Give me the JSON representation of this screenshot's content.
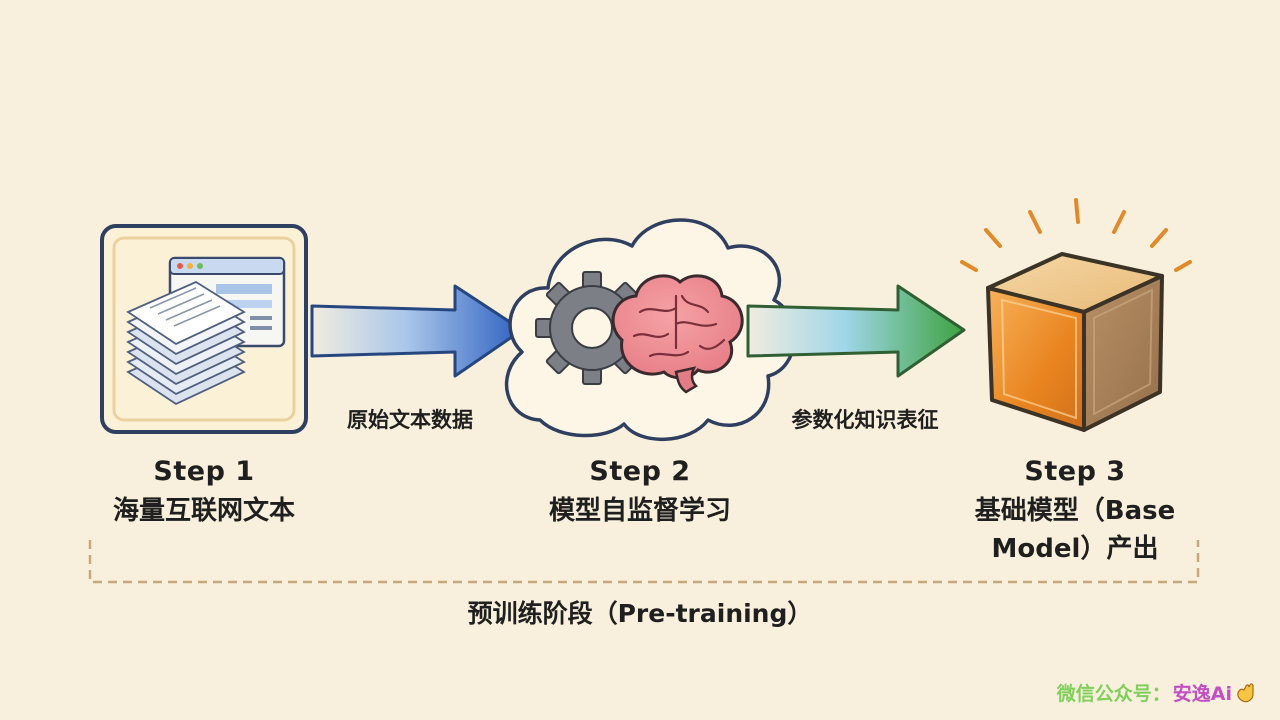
{
  "steps": [
    {
      "number": "Step 1",
      "title": "海量互联网文本"
    },
    {
      "number": "Step 2",
      "title": "模型自监督学习"
    },
    {
      "number": "Step 3",
      "title_line1": "基础模型（Base",
      "title_line2": "Model）产出"
    }
  ],
  "arrows": [
    {
      "label": "原始文本数据"
    },
    {
      "label": "参数化知识表征"
    }
  ],
  "phase": {
    "label": "预训练阶段（Pre-training）"
  },
  "watermark": {
    "prefix": "微信公众号：",
    "name": "安逸Ai"
  },
  "icons": {
    "step1": "document-stack-icon",
    "step2_cloud": "cloud-icon",
    "step2_gear": "gear-icon",
    "step2_brain": "brain-icon",
    "step3": "glowing-cube-icon"
  },
  "colors": {
    "background": "#f8f0dc",
    "arrow1": "#3f6fc4",
    "arrow2": "#5ab04a",
    "cube_front": "#e98a2a",
    "cube_side": "#a9825a",
    "bracket": "#c9a77c"
  }
}
